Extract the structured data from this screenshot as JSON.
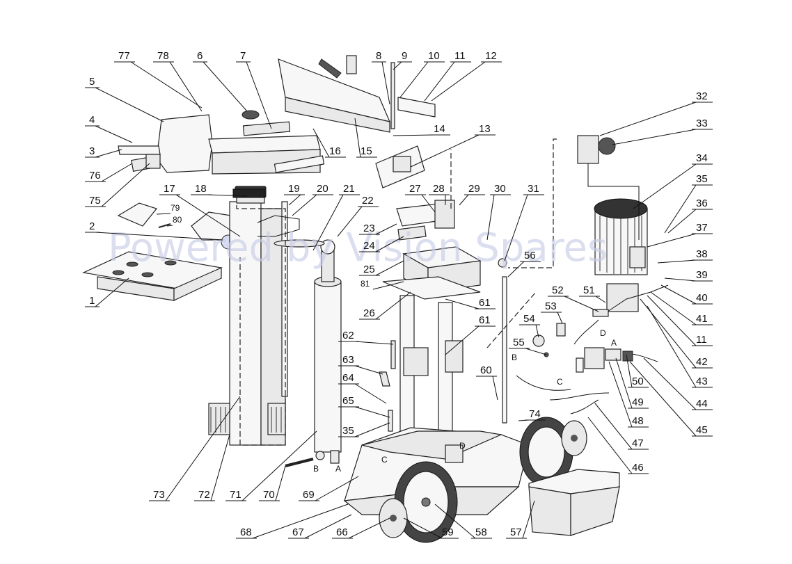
{
  "diagram": {
    "watermark": "Powered by Vision Spares",
    "connector_letters": {
      "ram_a": "A",
      "ram_b": "B",
      "base_c": "C",
      "base_d": "D",
      "valve_a": "A",
      "valve_b": "B",
      "hose_c": "C",
      "pump_d": "D"
    },
    "callouts": [
      "1",
      "2",
      "3",
      "4",
      "5",
      "6",
      "7",
      "8",
      "9",
      "10",
      "11",
      "11",
      "12",
      "13",
      "14",
      "15",
      "16",
      "17",
      "18",
      "19",
      "20",
      "21",
      "22",
      "23",
      "24",
      "25",
      "26",
      "27",
      "28",
      "29",
      "30",
      "31",
      "32",
      "33",
      "34",
      "35",
      "35",
      "36",
      "37",
      "38",
      "39",
      "40",
      "41",
      "42",
      "43",
      "44",
      "45",
      "46",
      "47",
      "48",
      "49",
      "50",
      "51",
      "52",
      "53",
      "54",
      "55",
      "56",
      "57",
      "58",
      "59",
      "60",
      "61",
      "61",
      "62",
      "63",
      "64",
      "65",
      "66",
      "67",
      "68",
      "69",
      "70",
      "71",
      "72",
      "73",
      "74",
      "75",
      "76",
      "77",
      "78",
      "79",
      "80",
      "81"
    ]
  }
}
